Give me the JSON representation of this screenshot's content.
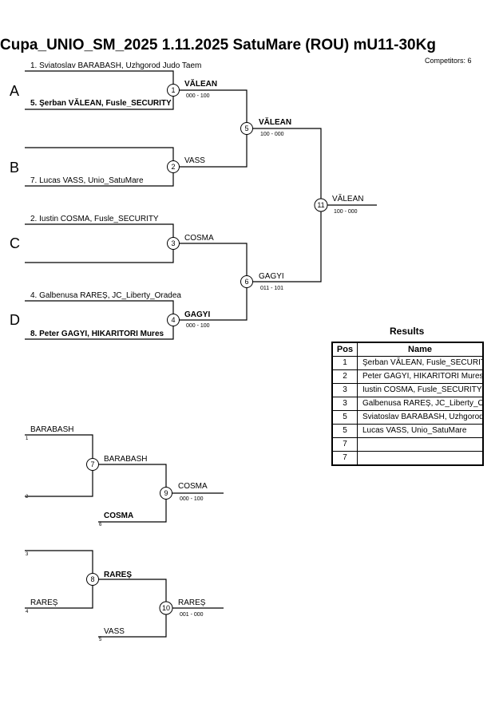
{
  "header": {
    "title": "Cupa_UNIO_SM_2025  1.11.2025  SatuMare (ROU)   mU11-30Kg",
    "competitors": "Competitors: 6"
  },
  "pools": [
    "A",
    "B",
    "C",
    "D"
  ],
  "entries": {
    "a1": "1. Sviatoslav BARABASH, Uzhgorod Judo Taem",
    "a2": "5. Şerban VĂLEAN, Fusle_SECURITY",
    "b2": "7. Lucas VASS, Unio_SatuMare",
    "c1": "2. Iustin COSMA, Fusle_SECURITY",
    "d1": "4. Galbenusa RAREȘ, JC_Liberty_Oradea",
    "d2": "8. Peter GAGYI, HIKARITORI Mures"
  },
  "matches": {
    "m1": {
      "num": "1",
      "winner": "VĂLEAN",
      "score": "000 - 100"
    },
    "m2": {
      "num": "2",
      "winner": "VASS"
    },
    "m3": {
      "num": "3",
      "winner": "COSMA"
    },
    "m4": {
      "num": "4",
      "winner": "GAGYI",
      "score": "000 - 100"
    },
    "m5": {
      "num": "5",
      "winner": "VĂLEAN",
      "score": "100 - 000"
    },
    "m6": {
      "num": "6",
      "winner": "GAGYI",
      "score": "011 - 101"
    },
    "m11": {
      "num": "11",
      "winner": "VĂLEAN",
      "score": "100 - 000"
    },
    "m7": {
      "num": "7",
      "top": "BARABASH",
      "top_idx": "1",
      "bottom_idx": "2",
      "winner": "BARABASH"
    },
    "m9": {
      "num": "9",
      "bottom": "COSMA",
      "bottom_idx": "6",
      "winner": "COSMA",
      "score": "000 - 100"
    },
    "m8": {
      "num": "8",
      "top_idx": "3",
      "bottom": "RAREȘ",
      "bottom_idx": "4",
      "winner": "RAREȘ"
    },
    "m10": {
      "num": "10",
      "bottom": "VASS",
      "bottom_idx": "5",
      "winner": "RAREȘ",
      "score": "001 - 000"
    }
  },
  "results": {
    "title": "Results",
    "headers": {
      "pos": "Pos",
      "name": "Name"
    },
    "rows": [
      {
        "pos": "1",
        "name": "Şerban VĂLEAN, Fusle_SECURITY"
      },
      {
        "pos": "2",
        "name": "Peter GAGYI, HIKARITORI Mures"
      },
      {
        "pos": "3",
        "name": "Iustin COSMA, Fusle_SECURITY"
      },
      {
        "pos": "3",
        "name": "Galbenusa RAREȘ, JC_Liberty_Oradea"
      },
      {
        "pos": "5",
        "name": "Sviatoslav BARABASH, Uzhgorod Judo Taem"
      },
      {
        "pos": "5",
        "name": "Lucas VASS, Unio_SatuMare"
      },
      {
        "pos": "7",
        "name": ""
      },
      {
        "pos": "7",
        "name": ""
      }
    ]
  }
}
